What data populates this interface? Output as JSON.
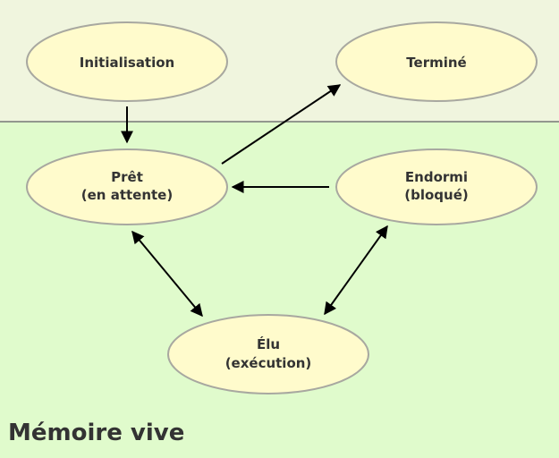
{
  "region_label": "Mémoire vive",
  "states": {
    "init": {
      "lines": [
        "Initialisation"
      ]
    },
    "termine": {
      "lines": [
        "Terminé"
      ]
    },
    "pret": {
      "lines": [
        "Prêt",
        "(en attente)"
      ]
    },
    "endormi": {
      "lines": [
        "Endormi",
        "(bloqué)"
      ]
    },
    "elu": {
      "lines": [
        "Élu",
        "(exécution)"
      ]
    }
  },
  "transitions": [
    {
      "from": "init",
      "to": "pret"
    },
    {
      "from": "pret",
      "to": "termine"
    },
    {
      "from": "endormi",
      "to": "pret"
    },
    {
      "from": "pret",
      "to": "elu",
      "bidirectional": true
    },
    {
      "from": "endormi",
      "to": "elu",
      "bidirectional": true
    }
  ],
  "colors": {
    "top_bg": "#f0f5de",
    "bottom_bg": "#e0fbcc",
    "state_fill": "#fffbcc"
  }
}
